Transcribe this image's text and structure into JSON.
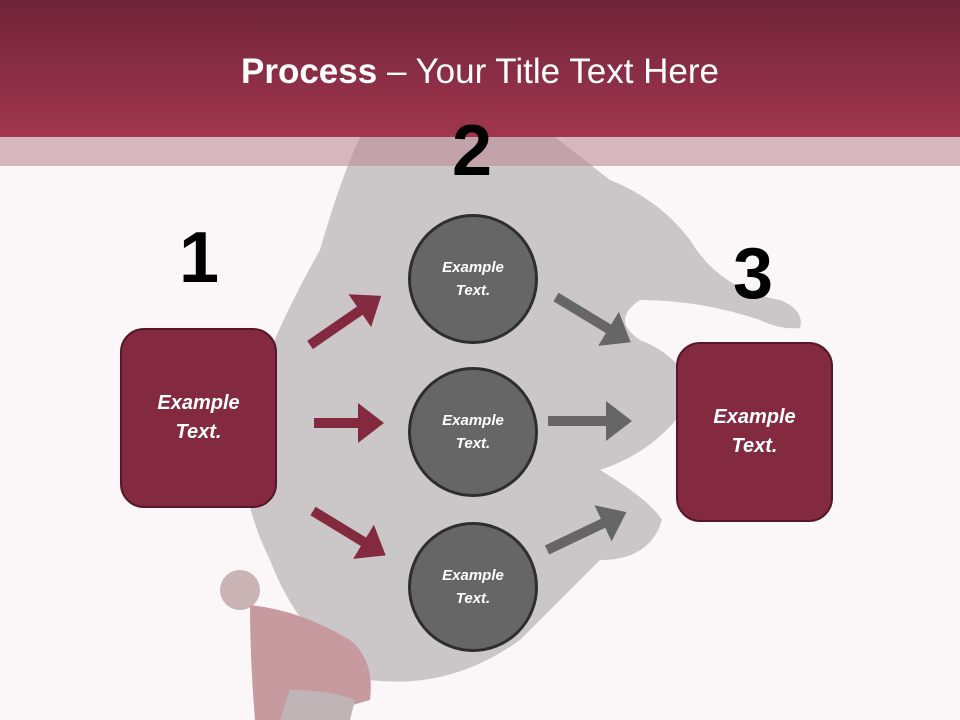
{
  "slide": {
    "title_bold": "Process",
    "title_rest": " – Your Title Text Here"
  },
  "steps": [
    {
      "number": "1",
      "label": "Example Text."
    },
    {
      "number": "2",
      "labels": [
        "Example Text.",
        "Example Text.",
        "Example Text."
      ]
    },
    {
      "number": "3",
      "label": "Example Text."
    }
  ],
  "colors": {
    "accent": "#832a40",
    "circle": "#666666",
    "header_top": "#6f2439",
    "header_bottom": "#a1364f"
  }
}
